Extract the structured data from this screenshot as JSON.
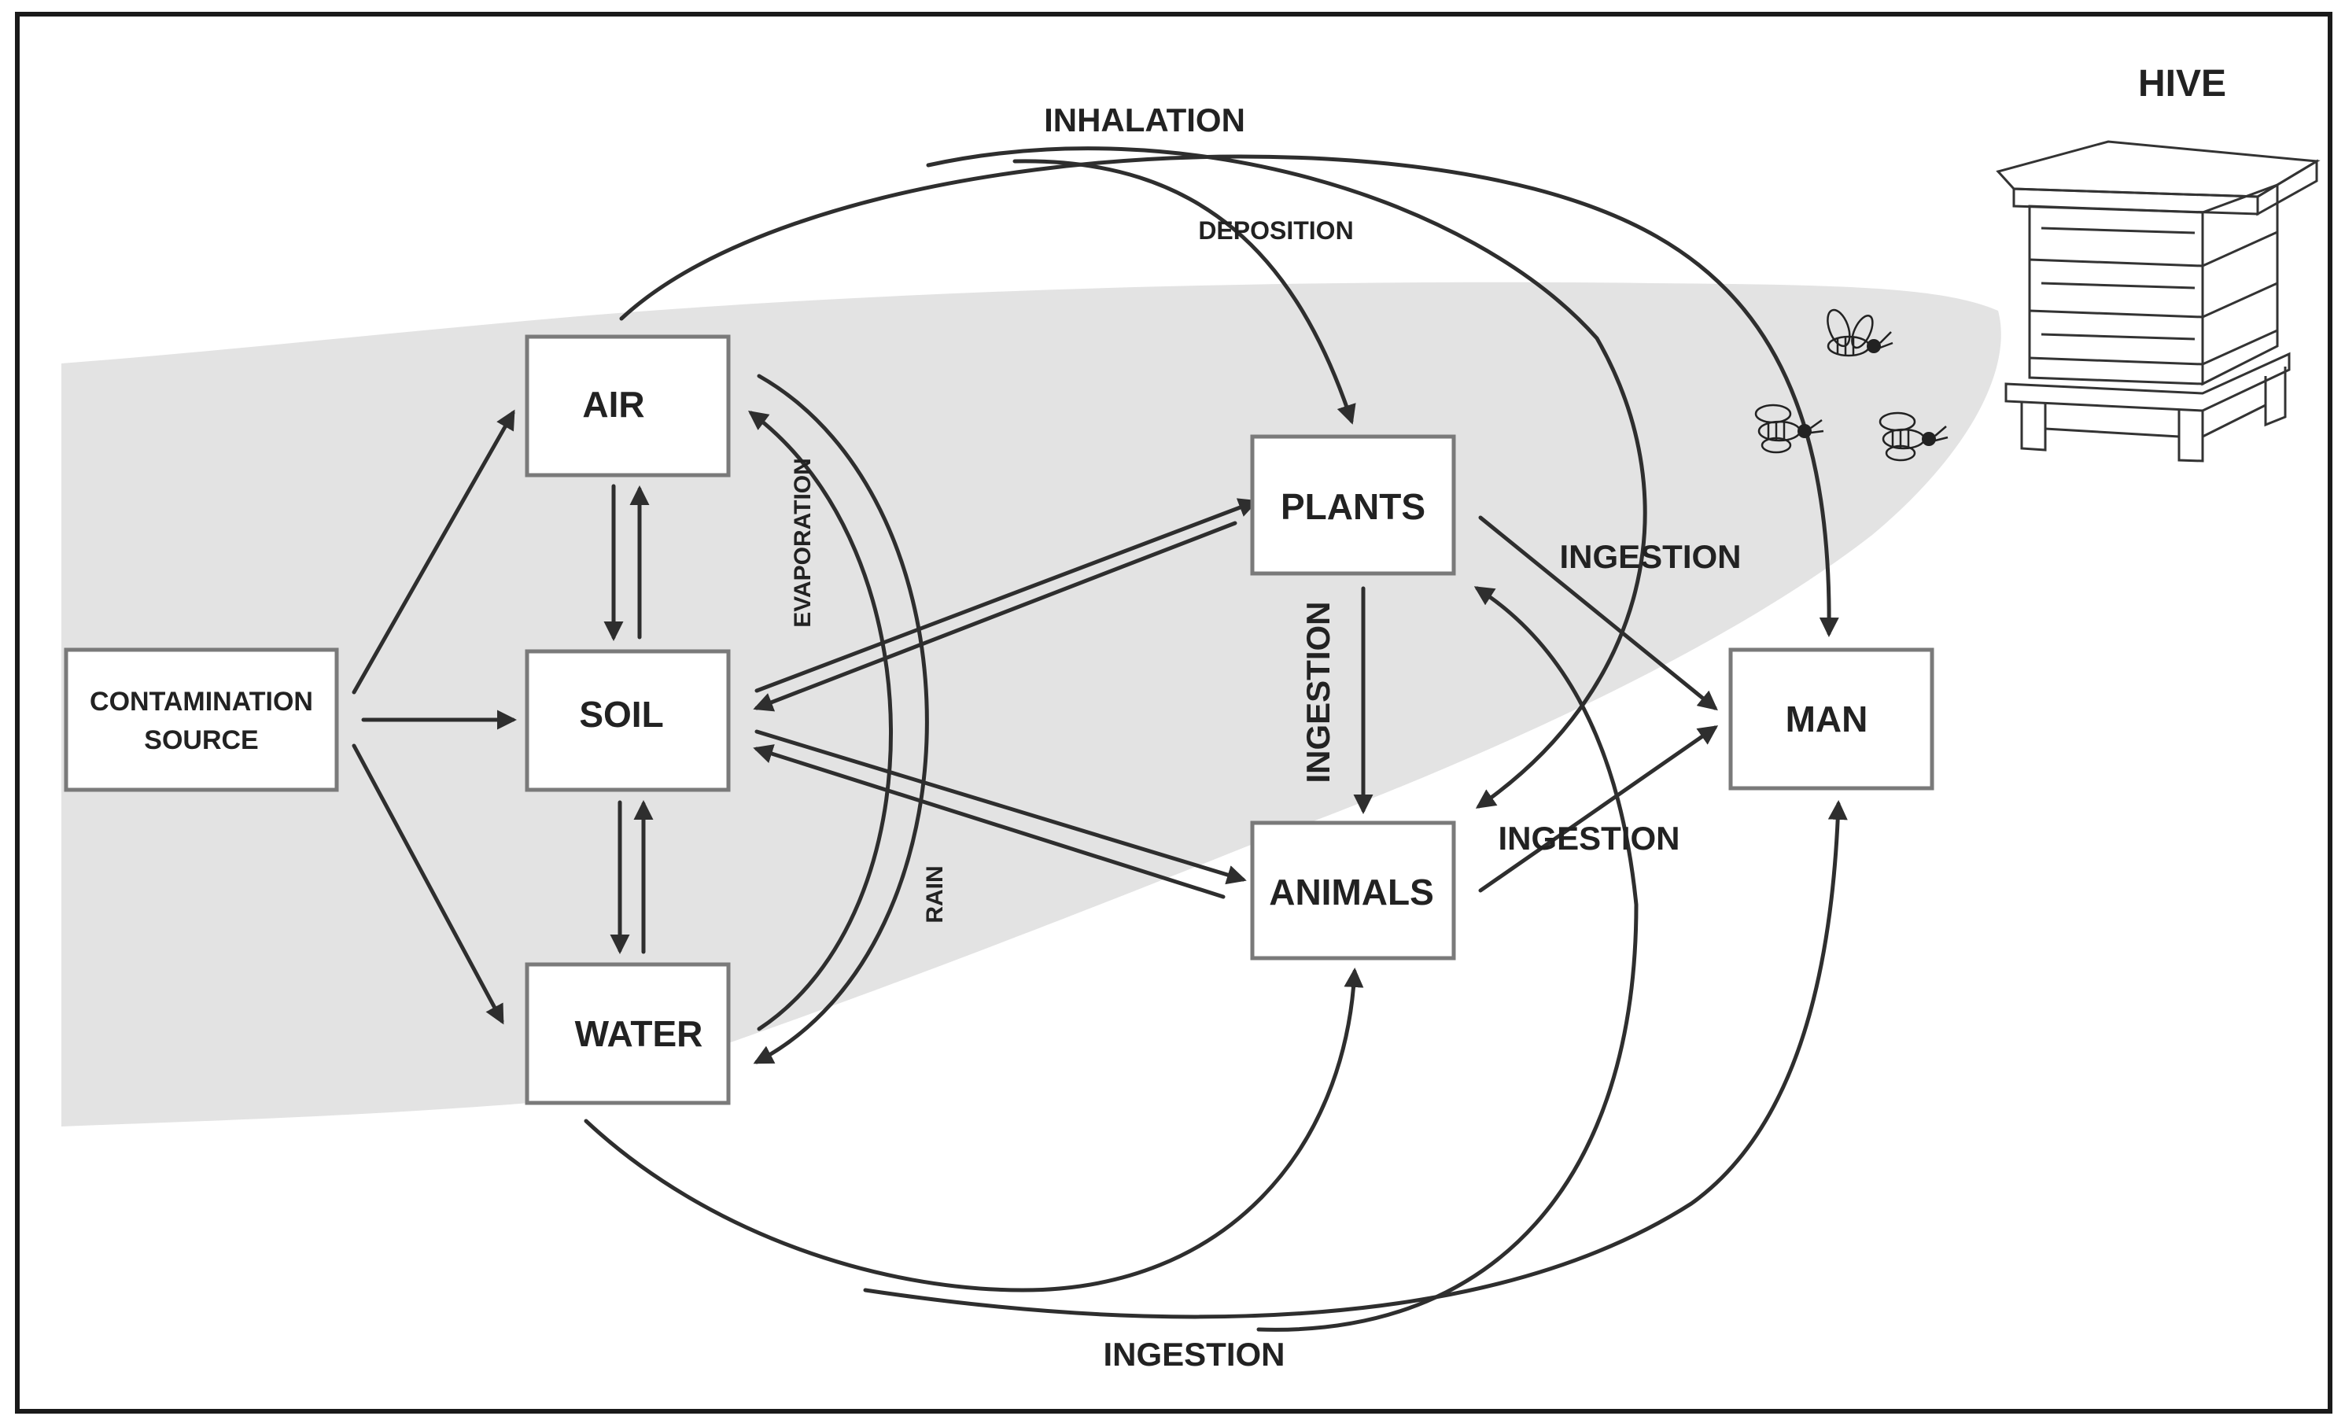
{
  "nodes": {
    "source_line1": "CONTAMINATION",
    "source_line2": "SOURCE",
    "air": "AIR",
    "soil": "SOIL",
    "water": "WATER",
    "plants": "PLANTS",
    "animals": "ANIMALS",
    "man": "MAN",
    "hive": "HIVE"
  },
  "flows": {
    "inhalation": "INHALATION",
    "deposition": "DEPOSITION",
    "evaporation": "EVAPORATION",
    "rain": "RAIN",
    "ingestion_plants_man": "INGESTION",
    "ingestion_plants_animals": "INGESTION",
    "ingestion_animals_man": "INGESTION",
    "ingestion_water": "INGESTION"
  },
  "colors": {
    "background_band": "#e3e3e3",
    "box_border": "#7a7a7a",
    "arrow": "#2e2e2e",
    "frame": "#1a1a1a"
  }
}
